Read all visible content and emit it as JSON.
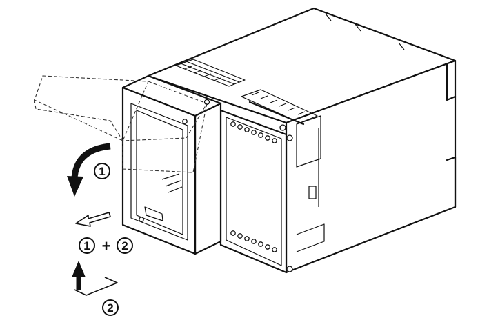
{
  "diagram": {
    "labels": {
      "step1": "1",
      "step1_plus_step2_a": "1",
      "plus": "+",
      "step1_plus_step2_b": "2",
      "step2": "2"
    },
    "colors": {
      "line": "#111111",
      "background": "#ffffff"
    }
  }
}
